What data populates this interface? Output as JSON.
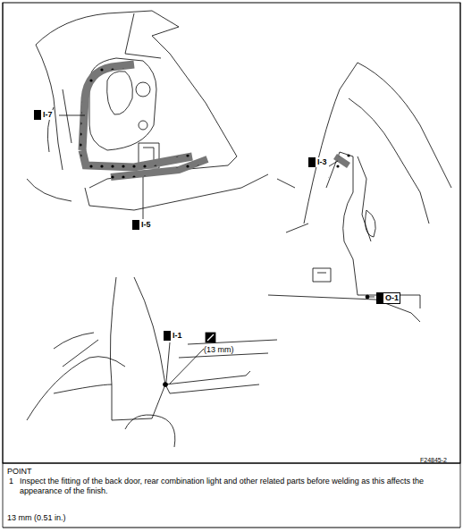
{
  "diagram": {
    "labels": [
      "I-7",
      "I-5",
      "I-3",
      "O-1",
      "I-1",
      "(13 mm)",
      "F24845-2",
      "POINT",
      "1",
      "Inspect the fitting of the back door, rear combination light and other related parts before welding as this affects the appearance of the finish.",
      "13 mm (0.51 in.)"
    ]
  }
}
